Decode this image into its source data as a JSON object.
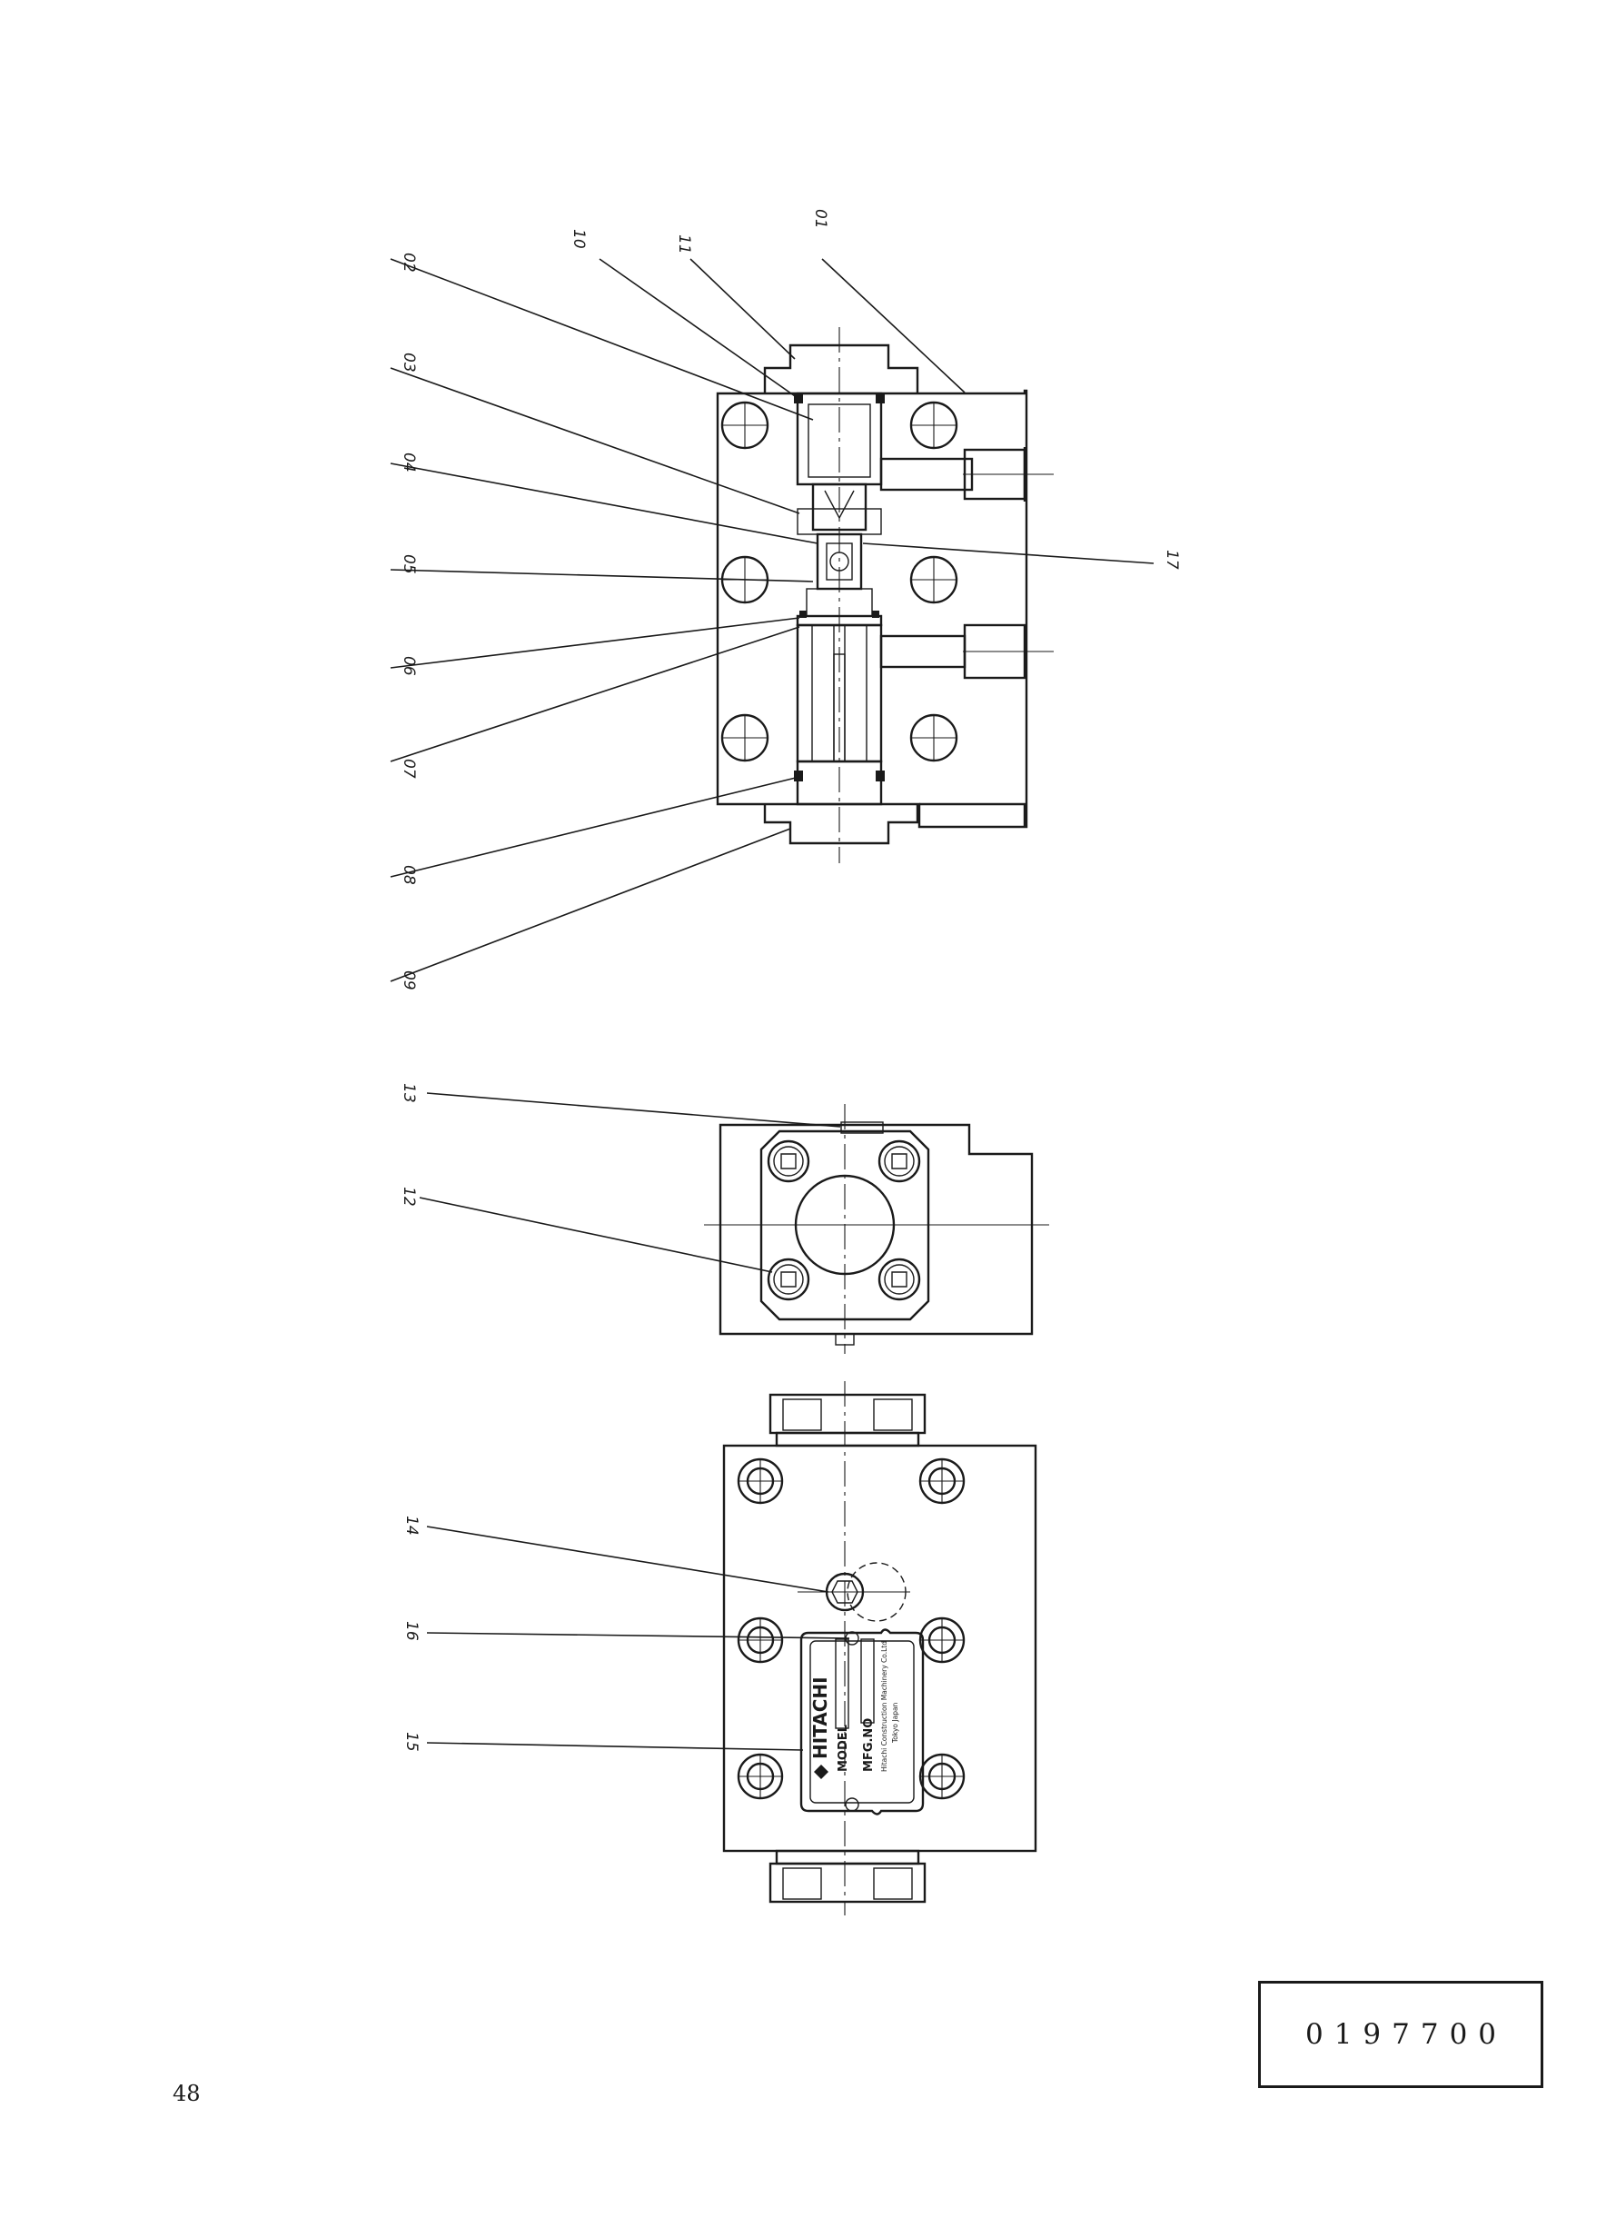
{
  "callouts": {
    "c01": "01",
    "c02": "02",
    "c03": "03",
    "c04": "04",
    "c05": "05",
    "c06": "06",
    "c07": "07",
    "c08": "08",
    "c09": "09",
    "c10": "10",
    "c11": "11",
    "c12": "12",
    "c13": "13",
    "c14": "14",
    "c15": "15",
    "c16": "16",
    "c17": "17"
  },
  "nameplate": {
    "brand": "HITACHI",
    "model_label": "MODEL",
    "mfg_label": "MFG.NO",
    "maker": "Hitachi Construction Machinery Co.Ltd",
    "location": "Tokyo Japan"
  },
  "drawing_number": "0197700",
  "page_number": "48"
}
